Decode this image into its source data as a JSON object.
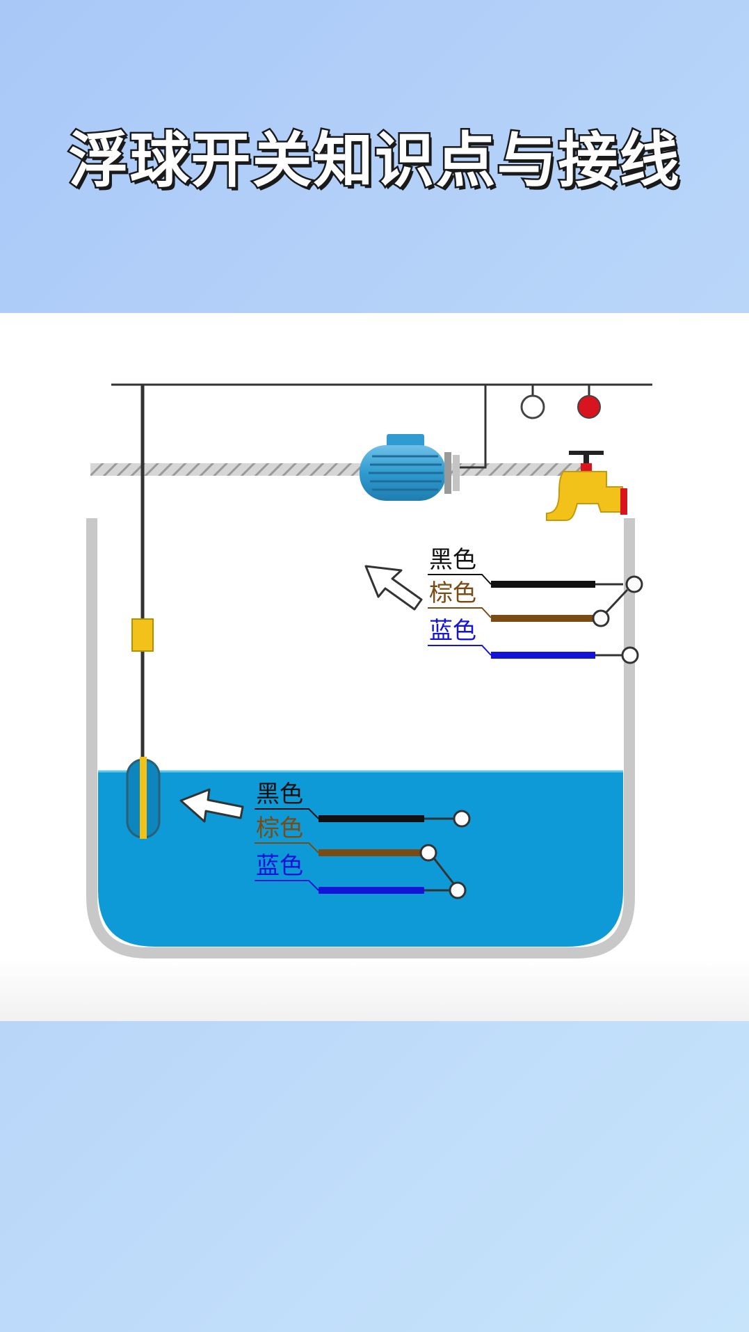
{
  "title": "浮球开关知识点与接线",
  "upper_labels": {
    "black": "黑色",
    "brown": "棕色",
    "blue": "蓝色"
  },
  "lower_labels": {
    "black": "黑色",
    "brown": "棕色",
    "blue": "蓝色"
  },
  "colors": {
    "water": "#0d9ad6",
    "tank_wall": "#c8c8c8",
    "motor": "#2f9bd0",
    "faucet": "#f2c21a",
    "faucet_valve": "#d8141e",
    "indicator_red": "#d8141e",
    "float_yellow": "#f2c21a",
    "wire_black": "#111111",
    "wire_brown": "#7a4b12",
    "wire_blue": "#1414d8"
  }
}
